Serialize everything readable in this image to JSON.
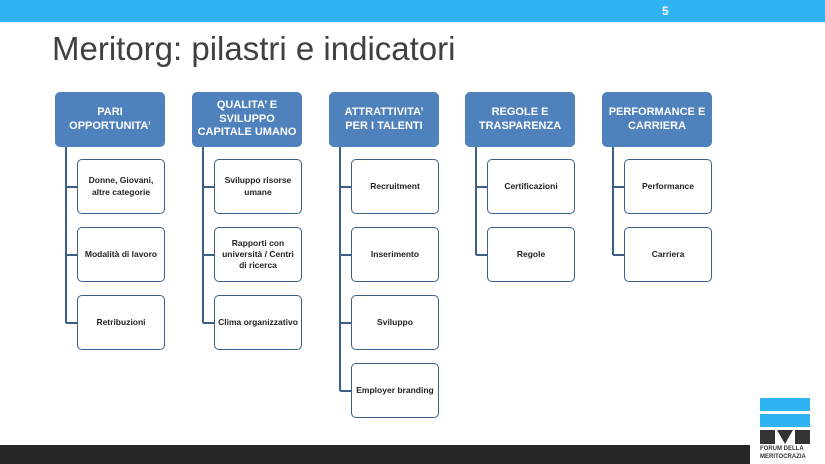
{
  "page_number": "5",
  "title": "Meritorg: pilastri e indicatori",
  "pillars": [
    {
      "label": "PARI OPPORTUNITA’",
      "items": [
        "Donne, Giovani, altre categorie",
        "Modalità di lavoro",
        "Retribuzioni"
      ]
    },
    {
      "label": "QUALITA’ E SVILUPPO CAPITALE UMANO",
      "items": [
        "Sviluppo risorse umane",
        "Rapporti con università / Centri di ricerca",
        "Clima organizzativo"
      ]
    },
    {
      "label": "ATTRATTIVITA’ PER I TALENTI",
      "items": [
        "Recruitment",
        "Inserimento",
        "Sviluppo",
        "Employer branding"
      ]
    },
    {
      "label": "REGOLE E TRASPARENZA",
      "items": [
        "Certificazioni",
        "Regole"
      ]
    },
    {
      "label": "PERFORMANCE E CARRIERA",
      "items": [
        "Performance",
        "Carriera"
      ]
    }
  ],
  "logo": {
    "text_line1": "FORUM DELLA",
    "text_line2": "MERITOCRAZIA"
  },
  "colors": {
    "top_bar": "#2fb3f3",
    "header_fill": "#4f81bd",
    "connector": "#3b5f8a",
    "bottom_bar": "#262626"
  }
}
